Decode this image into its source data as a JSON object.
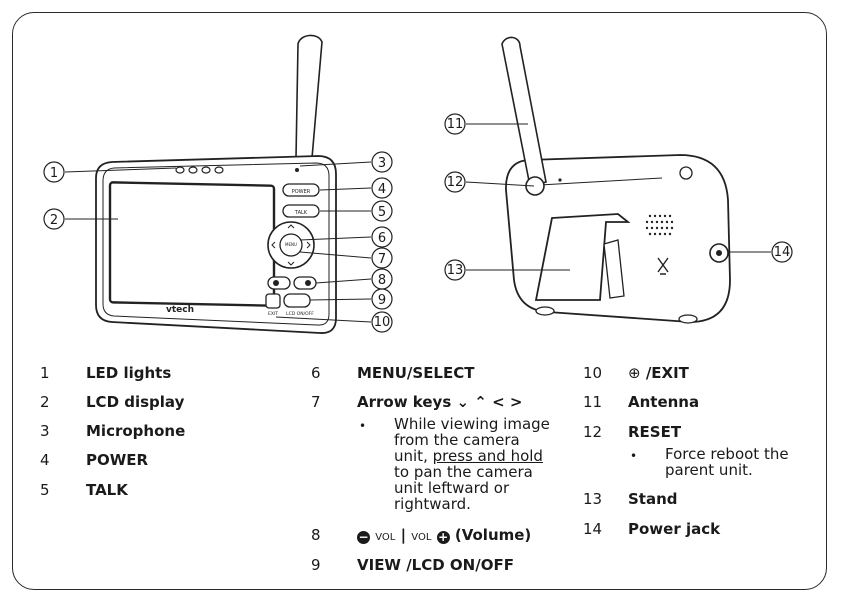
{
  "callouts": [
    "1",
    "2",
    "3",
    "4",
    "5",
    "6",
    "7",
    "8",
    "9",
    "10",
    "11",
    "12",
    "13",
    "14"
  ],
  "device_text": {
    "brand": "vtech",
    "power_btn": "POWER",
    "talk_btn": "TALK",
    "menu_btn": "MENU SELECT",
    "exit_label": "EXIT",
    "view_label": "LCD ON/OFF"
  },
  "legend": [
    {
      "num": "1",
      "title": "LED lights"
    },
    {
      "num": "2",
      "title": "LCD display"
    },
    {
      "num": "3",
      "title": "Microphone"
    },
    {
      "num": "4",
      "title": "POWER"
    },
    {
      "num": "5",
      "title": "TALK"
    },
    {
      "num": "6",
      "title": "MENU/SELECT"
    },
    {
      "num": "7",
      "title": "Arrow keys",
      "desc": [
        "While viewing image",
        "from the camera",
        "unit, ",
        "press and hold",
        "to pan the camera",
        "unit leftward or",
        "rightward."
      ]
    },
    {
      "num": "8",
      "title_vol": "VOL",
      "title_vol2": "VOL",
      "title_tail": "(Volume)"
    },
    {
      "num": "9",
      "title": "VIEW /LCD ON/OFF"
    },
    {
      "num": "10",
      "title": "/EXIT"
    },
    {
      "num": "11",
      "title": "Antenna"
    },
    {
      "num": "12",
      "title": "RESET",
      "desc": [
        "Force reboot the",
        "parent unit."
      ]
    },
    {
      "num": "13",
      "title": "Stand"
    },
    {
      "num": "14",
      "title": "Power jack"
    }
  ],
  "bullet": "•",
  "arrow_glyphs": "⌄ ⌃ < >",
  "exit_glyph": "⊕",
  "minus_glyph": "−",
  "plus_glyph": "+"
}
